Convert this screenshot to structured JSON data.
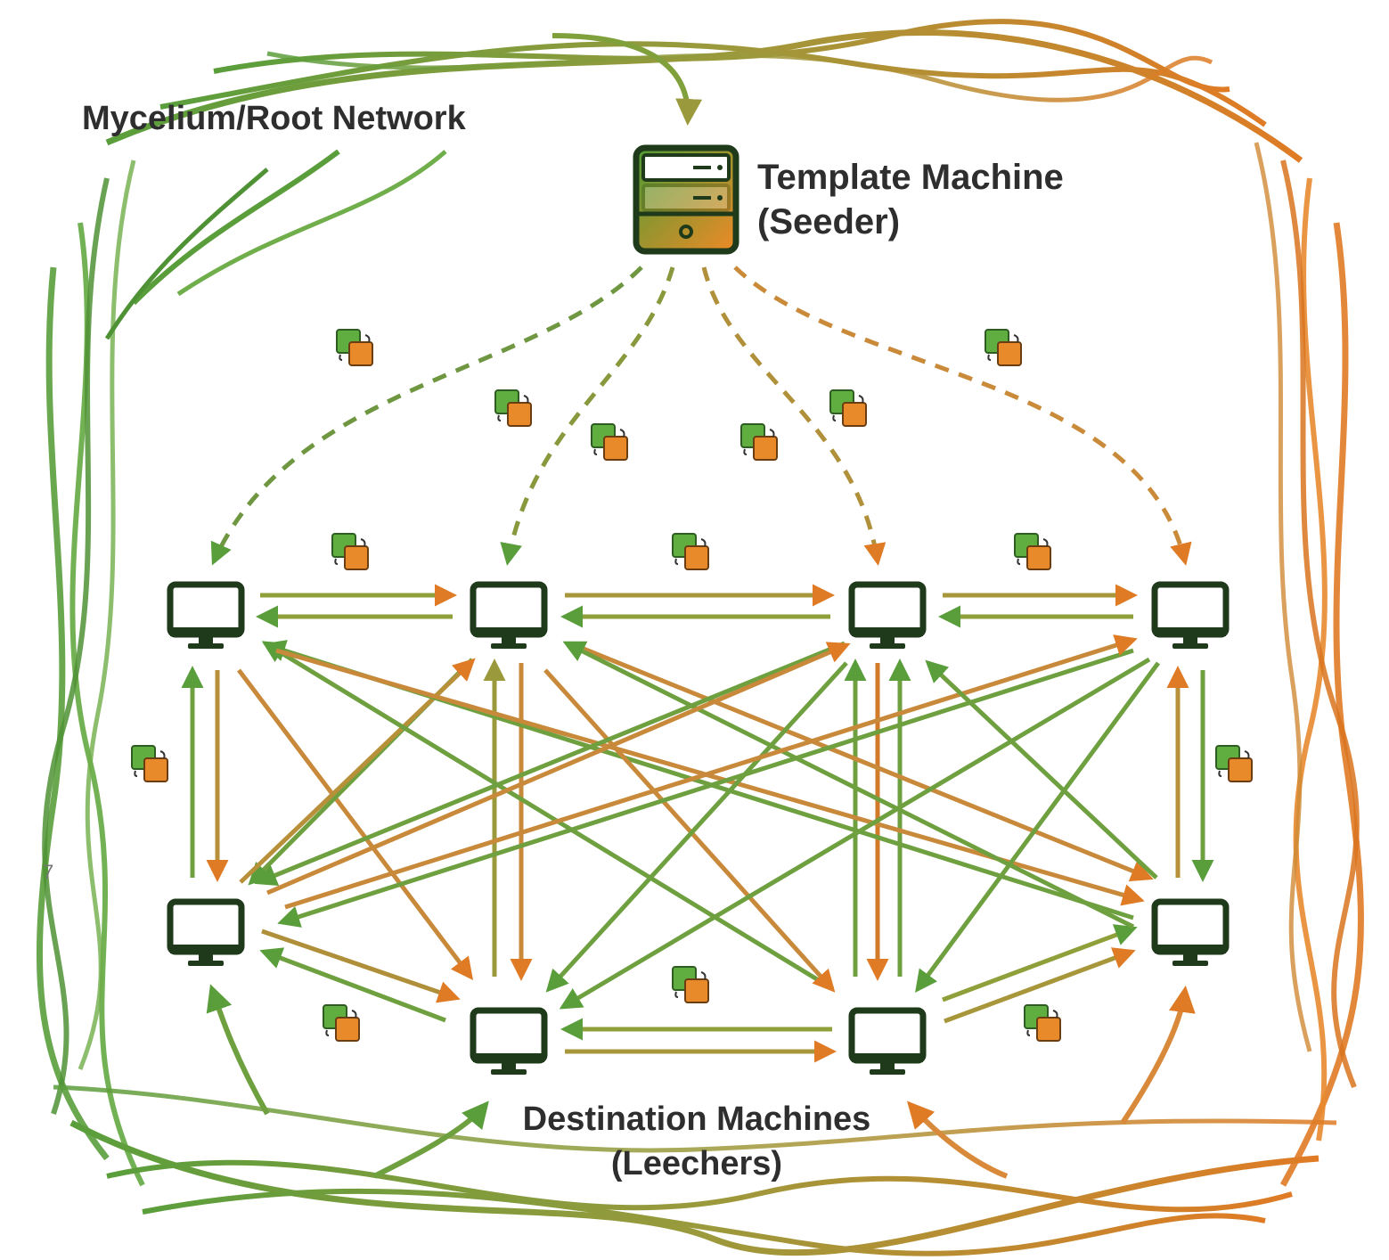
{
  "labels": {
    "network": "Mycelium/Root Network",
    "template_line1": "Template Machine",
    "template_line2": "(Seeder)",
    "destination_line1": "Destination Machines",
    "destination_line2": "(Leechers)",
    "stray_mark": "7"
  },
  "nodes": {
    "seeder": {
      "icon": "server-icon"
    },
    "leechers": [
      {
        "id": "leecher-1",
        "icon": "monitor-icon"
      },
      {
        "id": "leecher-2",
        "icon": "monitor-icon"
      },
      {
        "id": "leecher-3",
        "icon": "monitor-icon"
      },
      {
        "id": "leecher-4",
        "icon": "monitor-icon"
      },
      {
        "id": "leecher-5",
        "icon": "monitor-icon"
      },
      {
        "id": "leecher-6",
        "icon": "monitor-icon"
      },
      {
        "id": "leecher-7",
        "icon": "monitor-icon"
      },
      {
        "id": "leecher-8",
        "icon": "monitor-icon"
      }
    ]
  },
  "links": {
    "seeder_to": [
      "leecher-1",
      "leecher-2",
      "leecher-3",
      "leecher-4"
    ],
    "peer_pairs": [
      [
        "leecher-1",
        "leecher-2"
      ],
      [
        "leecher-2",
        "leecher-3"
      ],
      [
        "leecher-3",
        "leecher-4"
      ],
      [
        "leecher-1",
        "leecher-5"
      ],
      [
        "leecher-4",
        "leecher-8"
      ],
      [
        "leecher-6",
        "leecher-7"
      ],
      [
        "leecher-5",
        "leecher-6"
      ],
      [
        "leecher-7",
        "leecher-8"
      ],
      [
        "leecher-1",
        "leecher-6"
      ],
      [
        "leecher-2",
        "leecher-5"
      ],
      [
        "leecher-2",
        "leecher-6"
      ],
      [
        "leecher-3",
        "leecher-7"
      ],
      [
        "leecher-1",
        "leecher-7"
      ],
      [
        "leecher-1",
        "leecher-8"
      ],
      [
        "leecher-2",
        "leecher-7"
      ],
      [
        "leecher-2",
        "leecher-8"
      ],
      [
        "leecher-3",
        "leecher-5"
      ],
      [
        "leecher-3",
        "leecher-6"
      ],
      [
        "leecher-4",
        "leecher-5"
      ],
      [
        "leecher-4",
        "leecher-6"
      ],
      [
        "leecher-4",
        "leecher-7"
      ],
      [
        "leecher-3",
        "leecher-8"
      ]
    ]
  },
  "colors": {
    "green": "#5a9e3c",
    "mid": "#9a9a3c",
    "orange": "#e07b25",
    "dark": "#1f3a1a",
    "text": "#2e2e2e"
  }
}
